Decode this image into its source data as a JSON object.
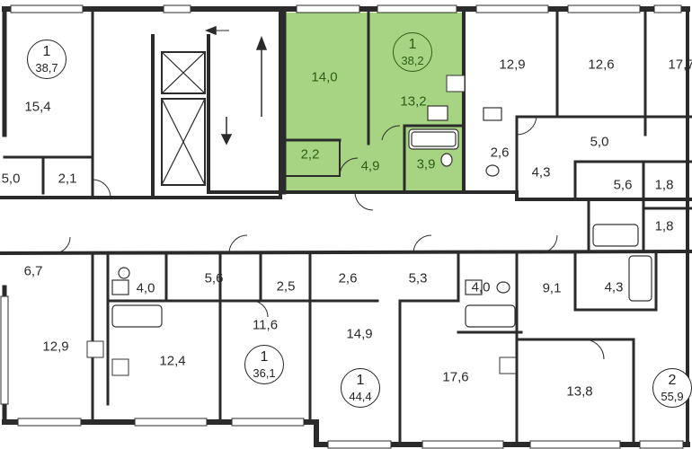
{
  "plan": {
    "colors": {
      "wall": "#2b2b2b",
      "highlight_fill": "#a6d482",
      "highlight_text": "#2d5d16",
      "fixture_stroke": "#333333",
      "window_fill": "#ffffff"
    },
    "apartments": [
      {
        "id": "apt-top-left",
        "rooms": "1",
        "area": "38,7",
        "highlighted": false
      },
      {
        "id": "apt-highlighted",
        "rooms": "1",
        "area": "38,2",
        "highlighted": true
      },
      {
        "id": "apt-bottom-1",
        "rooms": "1",
        "area": "36,1",
        "highlighted": false
      },
      {
        "id": "apt-bottom-2",
        "rooms": "1",
        "area": "44,4",
        "highlighted": false
      },
      {
        "id": "apt-bottom-right",
        "rooms": "2",
        "area": "55,9",
        "highlighted": false
      }
    ],
    "rooms": [
      {
        "id": "r1",
        "area": "15,4",
        "highlighted": false
      },
      {
        "id": "r2",
        "area": "5,0",
        "highlighted": false
      },
      {
        "id": "r3",
        "area": "2,1",
        "highlighted": false
      },
      {
        "id": "r4",
        "area": "14,0",
        "highlighted": true
      },
      {
        "id": "r5",
        "area": "13,2",
        "highlighted": true
      },
      {
        "id": "r6",
        "area": "2,2",
        "highlighted": true
      },
      {
        "id": "r7",
        "area": "4,9",
        "highlighted": true
      },
      {
        "id": "r8",
        "area": "3,9",
        "highlighted": true
      },
      {
        "id": "r9",
        "area": "12,9",
        "highlighted": false
      },
      {
        "id": "r10",
        "area": "12,6",
        "highlighted": false
      },
      {
        "id": "r11",
        "area": "17,7",
        "highlighted": false
      },
      {
        "id": "r12",
        "area": "2,6",
        "highlighted": false
      },
      {
        "id": "r13",
        "area": "4,3",
        "highlighted": false
      },
      {
        "id": "r14",
        "area": "5,0",
        "highlighted": false
      },
      {
        "id": "r15",
        "area": "5,6",
        "highlighted": false
      },
      {
        "id": "r16",
        "area": "1,8",
        "highlighted": false
      },
      {
        "id": "r17",
        "area": "1,8",
        "highlighted": false
      },
      {
        "id": "r18",
        "area": "6,7",
        "highlighted": false
      },
      {
        "id": "r19",
        "area": "4,0",
        "highlighted": false
      },
      {
        "id": "r20",
        "area": "5,6",
        "highlighted": false
      },
      {
        "id": "r21",
        "area": "2,5",
        "highlighted": false
      },
      {
        "id": "r22",
        "area": "2,6",
        "highlighted": false
      },
      {
        "id": "r23",
        "area": "5,3",
        "highlighted": false
      },
      {
        "id": "r24",
        "area": "4,0",
        "highlighted": false
      },
      {
        "id": "r25",
        "area": "9,1",
        "highlighted": false
      },
      {
        "id": "r26",
        "area": "4,3",
        "highlighted": false
      },
      {
        "id": "r27",
        "area": "12,9",
        "highlighted": false
      },
      {
        "id": "r28",
        "area": "12,4",
        "highlighted": false
      },
      {
        "id": "r29",
        "area": "11,6",
        "highlighted": false
      },
      {
        "id": "r30",
        "area": "14,9",
        "highlighted": false
      },
      {
        "id": "r31",
        "area": "17,6",
        "highlighted": false
      },
      {
        "id": "r32",
        "area": "13,8",
        "highlighted": false
      }
    ]
  }
}
